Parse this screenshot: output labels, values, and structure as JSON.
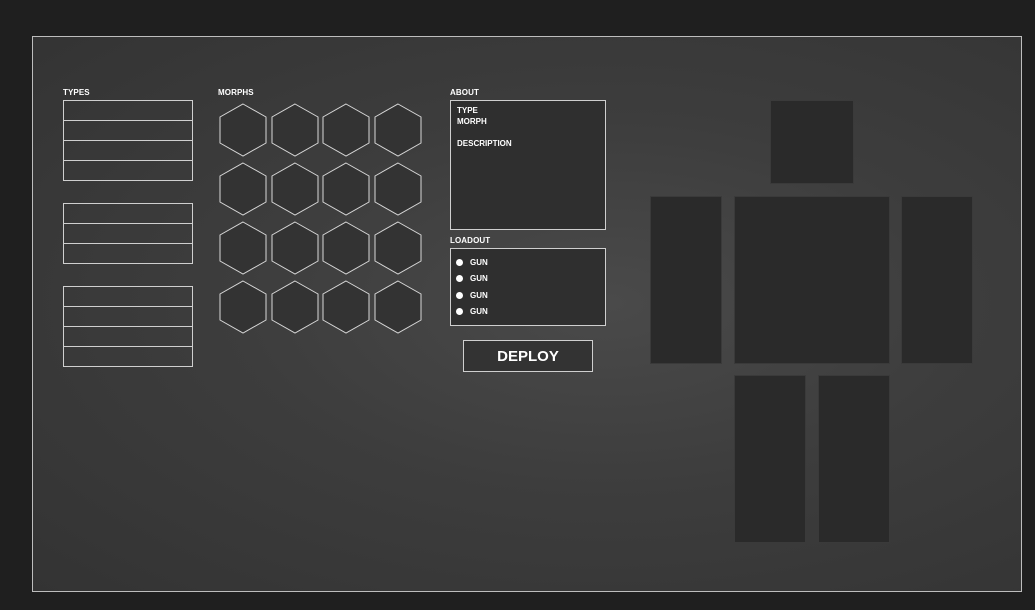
{
  "types": {
    "label": "TYPES",
    "groups": [
      {
        "rows": 4
      },
      {
        "rows": 3
      },
      {
        "rows": 4
      }
    ]
  },
  "morphs": {
    "label": "MORPHS",
    "rows": 4,
    "cols": 4
  },
  "about": {
    "label": "ABOUT",
    "type_label": "TYPE",
    "morph_label": "MORPH",
    "description_label": "DESCRIPTION"
  },
  "loadout": {
    "label": "LOADOUT",
    "items": [
      "GUN",
      "GUN",
      "GUN",
      "GUN"
    ]
  },
  "deploy_label": "DEPLOY",
  "body_slots": [
    "head-slot",
    "left-arm-slot",
    "torso-slot",
    "right-arm-slot",
    "left-leg-slot",
    "right-leg-slot"
  ],
  "colors": {
    "background": "#1f1f1f",
    "panel": "#3d3d3d",
    "border": "#cfcfcf",
    "slot": "#2a2a2a"
  }
}
